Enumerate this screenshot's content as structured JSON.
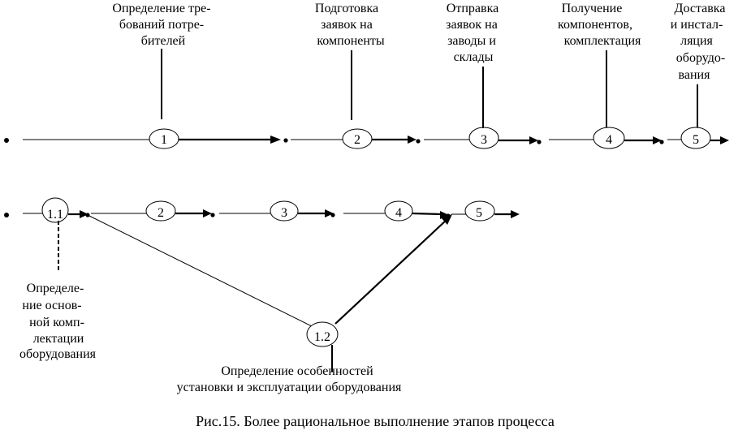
{
  "top_row": {
    "nodes": [
      "1",
      "2",
      "3",
      "4",
      "5"
    ],
    "labels": [
      [
        "Определение тре-",
        "бований потре-",
        "бителей"
      ],
      [
        "Подготовка",
        "заявок на",
        "компоненты"
      ],
      [
        "Отправка",
        "заявок на",
        "заводы и",
        "склады"
      ],
      [
        "Получение",
        "компонентов,",
        "комплектация"
      ],
      [
        "Доставка",
        "и инстал-",
        "ляция",
        "оборудо-",
        "вания"
      ]
    ]
  },
  "bottom_row": {
    "nodes": [
      "1.1",
      "2",
      "3",
      "4",
      "5"
    ],
    "branch_node": "1.2",
    "label_1_1": [
      "Определе-",
      "ние основ-",
      "ной комп-",
      "лектации",
      "оборудования"
    ],
    "label_1_2": [
      "Определение  особенностей",
      "установки и эксплуатации оборудования"
    ]
  },
  "caption": "Рис.15. Более рациональное выполнение этапов процесса"
}
